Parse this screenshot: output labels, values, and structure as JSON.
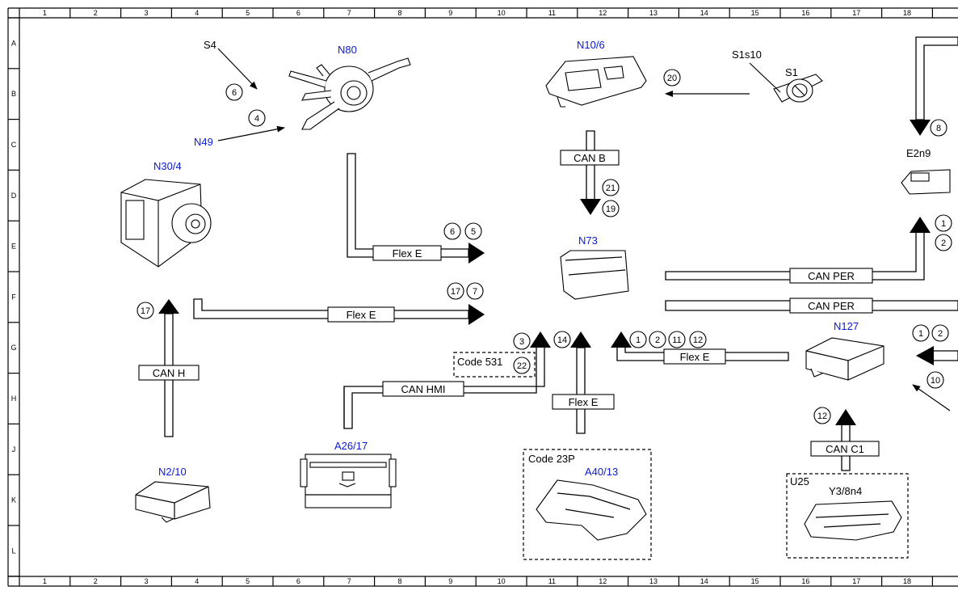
{
  "ruler": {
    "cols": [
      "1",
      "2",
      "3",
      "4",
      "5",
      "6",
      "7",
      "8",
      "9",
      "10",
      "11",
      "12",
      "13",
      "14",
      "15",
      "16",
      "17",
      "18"
    ],
    "rows": [
      "A",
      "B",
      "C",
      "D",
      "E",
      "F",
      "G",
      "H",
      "J",
      "K",
      "L"
    ]
  },
  "components": {
    "s4": "S4",
    "n80": "N80",
    "n49": "N49",
    "n30_4": "N30/4",
    "n10_6": "N10/6",
    "s1s10": "S1s10",
    "s1": "S1",
    "e2n9": "E2n9",
    "n73": "N73",
    "n127": "N127",
    "n2_10": "N2/10",
    "a26_17": "A26/17",
    "a40_13": "A40/13",
    "u25": "U25",
    "y3_8n4": "Y3/8n4"
  },
  "codes": {
    "code531": "Code 531",
    "code23p": "Code 23P"
  },
  "buses": {
    "can_b": "CAN B",
    "flex_e_top": "Flex E",
    "flex_e_mid": "Flex E",
    "can_h": "CAN H",
    "can_hmi": "CAN HMI",
    "flex_e_a40": "Flex E",
    "flex_e_n127": "Flex E",
    "can_per_top": "CAN PER",
    "can_per_bottom": "CAN PER",
    "can_c1": "CAN C1"
  },
  "callouts": {
    "c6a": "6",
    "c4": "4",
    "c20": "20",
    "c8": "8",
    "c21": "21",
    "c19": "19",
    "c6b": "6",
    "c5": "5",
    "c1r": "1",
    "c2r": "2",
    "c17a": "17",
    "c7": "7",
    "c17b": "17",
    "c3": "3",
    "c22": "22",
    "c14": "14",
    "c1g": "1",
    "c2g": "2",
    "c11": "11",
    "c12g": "12",
    "c1n": "1",
    "c2n": "2",
    "c10": "10",
    "c12u": "12"
  }
}
